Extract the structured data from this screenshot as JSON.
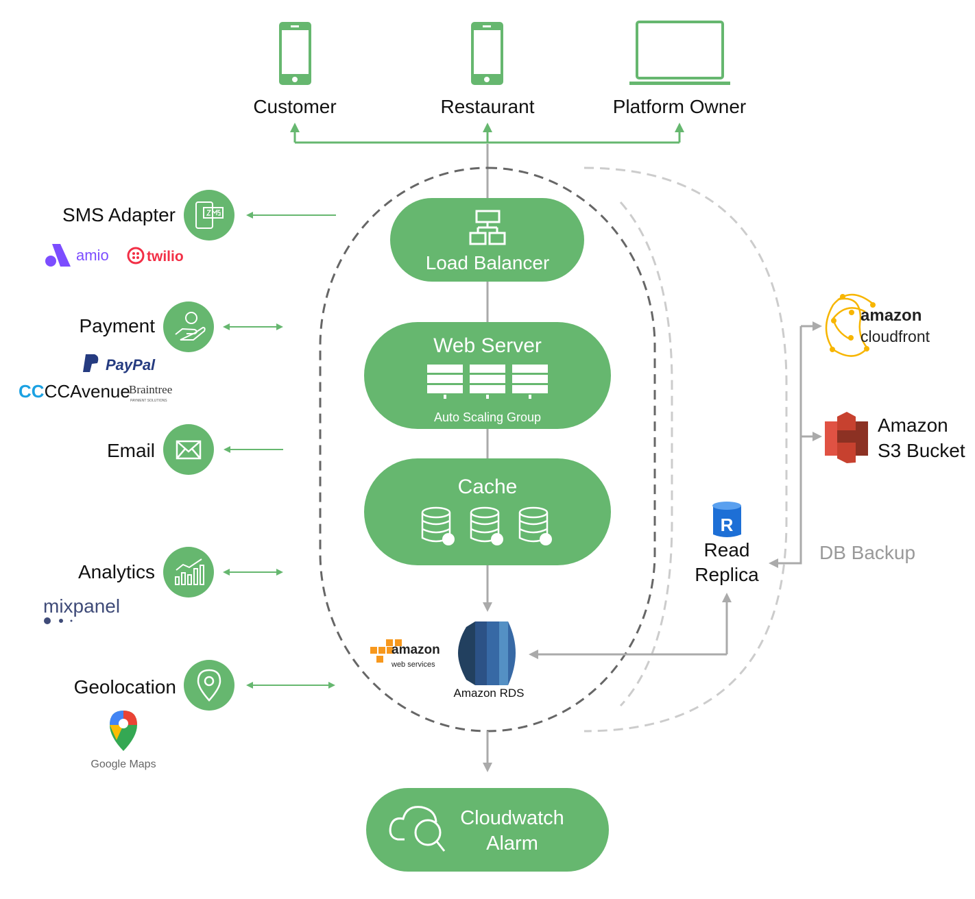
{
  "colors": {
    "green": "#66b76f",
    "gray_line": "#aaaaaa",
    "dashed": "#666666",
    "light_dashed": "#cccccc",
    "rds_blue": "#2f5f98",
    "s3_red": "#c7412f",
    "cloudfront_orange": "#f7b500"
  },
  "clients": [
    {
      "label": "Customer",
      "icon": "smartphone-icon"
    },
    {
      "label": "Restaurant",
      "icon": "smartphone-icon"
    },
    {
      "label": "Platform Owner",
      "icon": "laptop-icon"
    }
  ],
  "core": {
    "load_balancer": "Load Balancer",
    "web_server": "Web Server",
    "auto_scaling": "Auto Scaling Group",
    "cache": "Cache",
    "rds": "Amazon RDS",
    "aws_logo": {
      "line1": "amazon",
      "line2": "web services"
    }
  },
  "monitoring": {
    "line1": "Cloudwatch",
    "line2": "Alarm"
  },
  "services": [
    {
      "label": "SMS Adapter",
      "icon": "sms-phone-icon",
      "vendors": [
        "amio",
        "twilio"
      ],
      "direction": "outbound"
    },
    {
      "label": "Payment",
      "icon": "payment-hand-icon",
      "vendors": [
        "PayPal",
        "CCAvenue",
        "Braintree"
      ],
      "braintree_sub": "PAYMENT SOLUTIONS",
      "direction": "bidirectional"
    },
    {
      "label": "Email",
      "icon": "envelope-icon",
      "vendors": [],
      "direction": "outbound"
    },
    {
      "label": "Analytics",
      "icon": "chart-icon",
      "vendors": [
        "mixpanel"
      ],
      "direction": "bidirectional"
    },
    {
      "label": "Geolocation",
      "icon": "location-pin-icon",
      "vendors": [
        "Google Maps"
      ],
      "direction": "bidirectional"
    }
  ],
  "right": {
    "read_replica": {
      "line1": "Read",
      "line2": "Replica",
      "badge": "R"
    },
    "db_backup": "DB Backup",
    "cloudfront": {
      "line1": "amazon",
      "line2": "cloudfront"
    },
    "s3": {
      "line1": "Amazon",
      "line2": "S3 Bucket"
    }
  }
}
